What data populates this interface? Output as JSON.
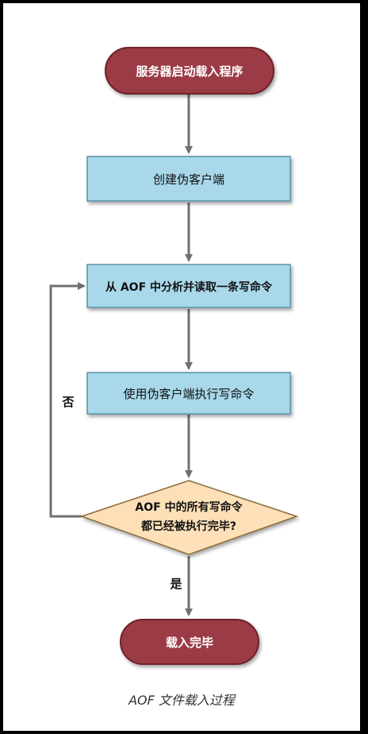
{
  "nodes": {
    "start": "服务器启动载入程序",
    "create_client": "创建伪客户端",
    "read_command": "从 AOF 中分析并读取一条写命令",
    "execute_command": "使用伪客户端执行写命令",
    "decision_line1": "AOF 中的所有写命令",
    "decision_line2": "都已经被执行完毕?",
    "end": "载入完毕"
  },
  "edges": {
    "no_label": "否",
    "yes_label": "是"
  },
  "caption": "AOF 文件载入过程",
  "colors": {
    "terminal_fill": "#9b3a44",
    "process_fill": "#a8d8ea",
    "decision_fill": "#fde0b8",
    "arrow": "#707070"
  }
}
